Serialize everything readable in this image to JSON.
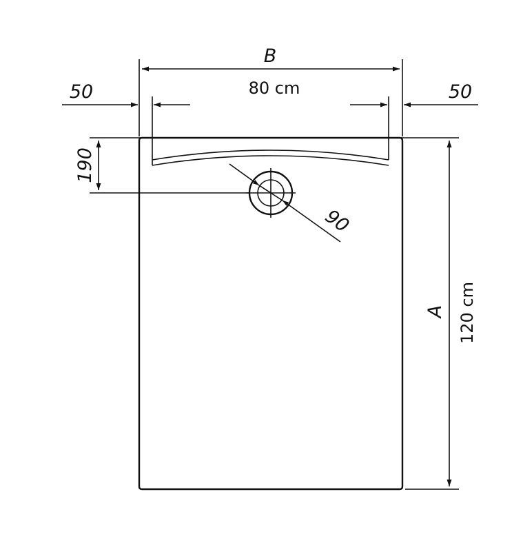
{
  "dimensions": {
    "width_symbol": "B",
    "width_value": "80 cm",
    "length_symbol": "A",
    "length_value": "120 cm",
    "left_margin": "50",
    "right_margin": "50",
    "drain_offset": "190",
    "drain_diameter": "90"
  }
}
